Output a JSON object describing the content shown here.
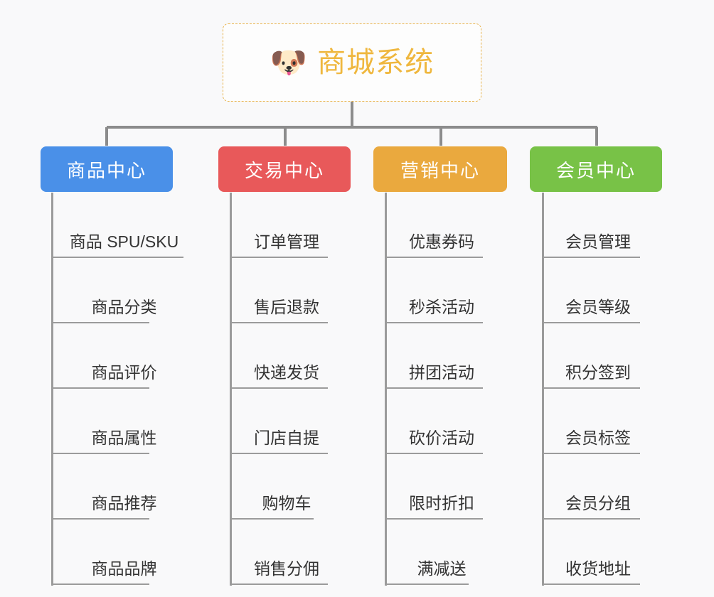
{
  "page": {
    "background_color": "#f9f9fa",
    "type": "org-chart-mindmap"
  },
  "root": {
    "icon": "dog-face-emoji",
    "icon_glyph": "🐶",
    "title": "商城系统",
    "title_color": "#efb73e",
    "border_color": "#e8b24a",
    "border_style": "dashed"
  },
  "branches": [
    {
      "label": "商品中心",
      "color": "#4a90e8",
      "name": "product-center",
      "items": [
        "商品 SPU/SKU",
        "商品分类",
        "商品评价",
        "商品属性",
        "商品推荐",
        "商品品牌"
      ]
    },
    {
      "label": "交易中心",
      "color": "#e8595a",
      "name": "trade-center",
      "items": [
        "订单管理",
        "售后退款",
        "快递发货",
        "门店自提",
        "购物车",
        "销售分佣"
      ]
    },
    {
      "label": "营销中心",
      "color": "#eaa93e",
      "name": "marketing-center",
      "items": [
        "优惠券码",
        "秒杀活动",
        "拼团活动",
        "砍价活动",
        "限时折扣",
        "满减送"
      ]
    },
    {
      "label": "会员中心",
      "color": "#78c247",
      "name": "member-center",
      "items": [
        "会员管理",
        "会员等级",
        "积分签到",
        "会员标签",
        "会员分组",
        "收货地址"
      ]
    }
  ]
}
